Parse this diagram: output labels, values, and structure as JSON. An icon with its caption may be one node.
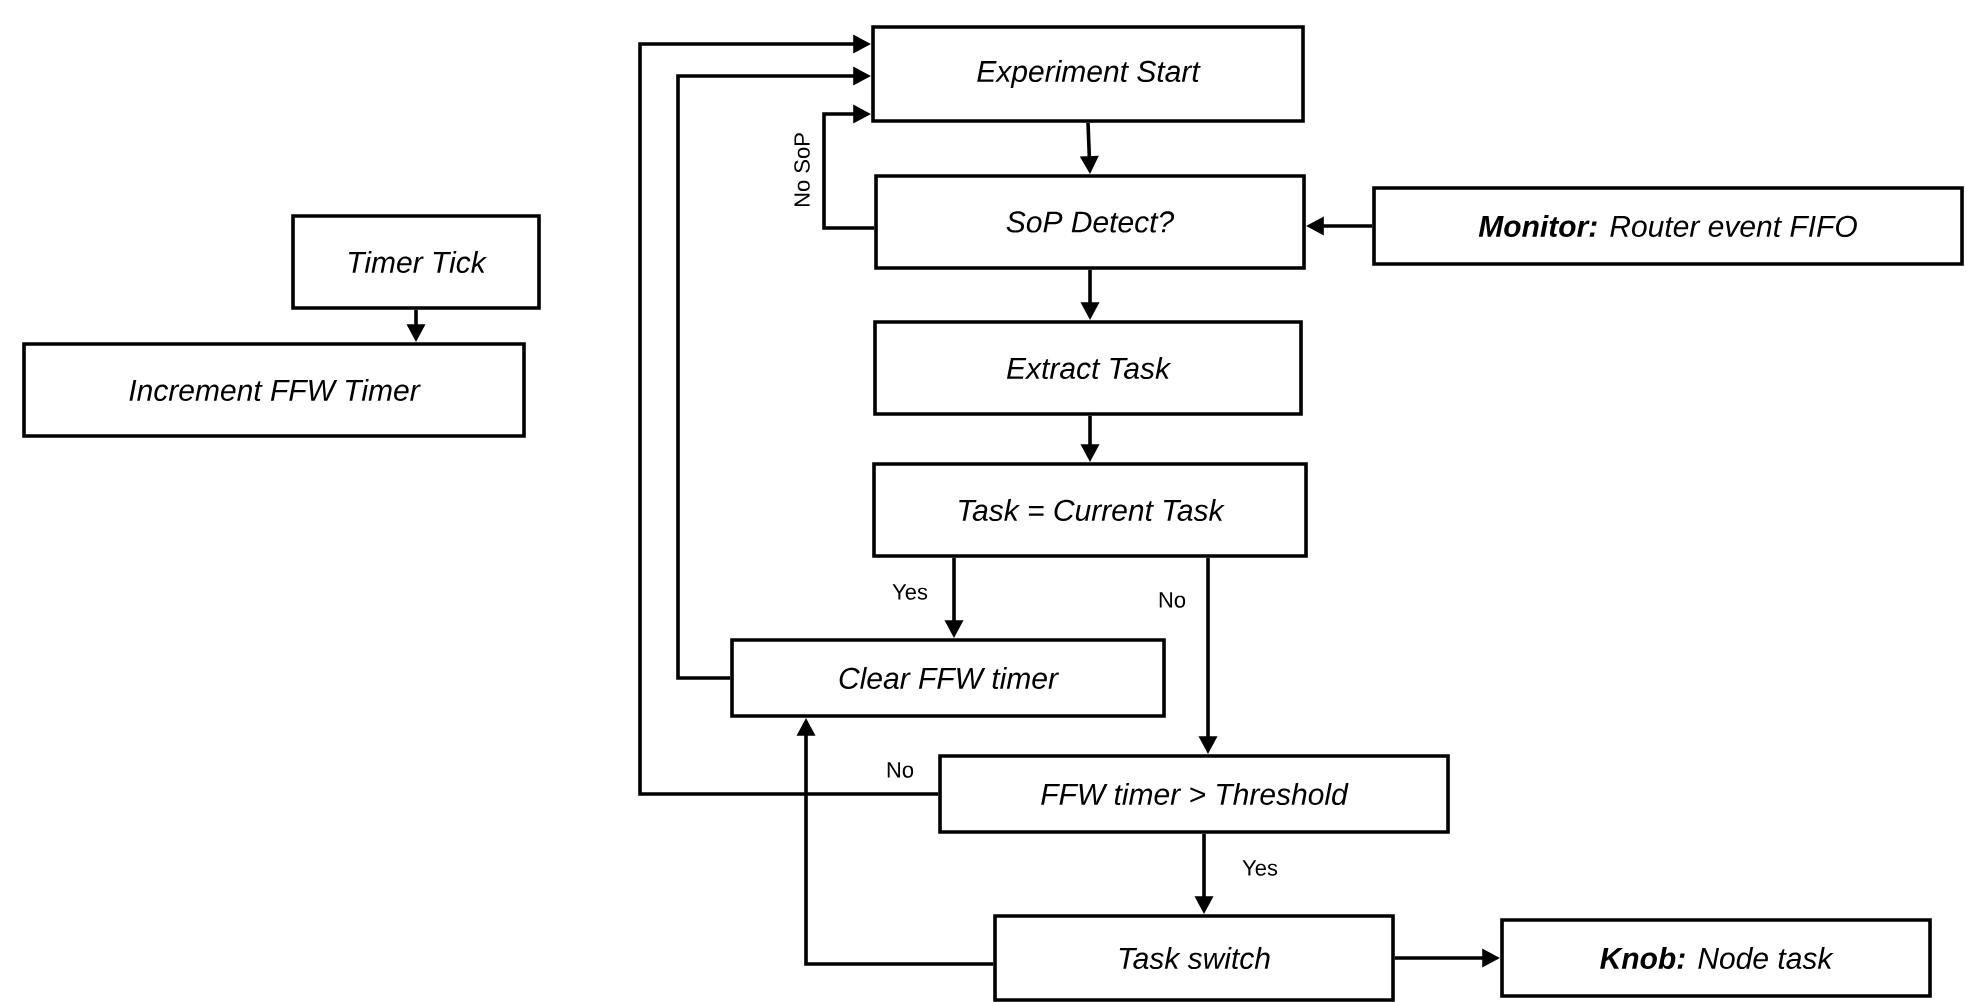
{
  "diagram": {
    "nodes": [
      {
        "text": [
          "Timer Tick"
        ]
      },
      {
        "text": [
          "Increment FFW Timer"
        ]
      },
      {
        "text": [
          "Experiment Start"
        ]
      },
      {
        "text": [
          "SoP Detect?"
        ]
      },
      {
        "text": [
          "**Monitor:** Router event FIFO"
        ]
      },
      {
        "text": [
          "Extract Task"
        ]
      },
      {
        "text": [
          "Task = Current Task"
        ]
      },
      {
        "text": [
          "Clear FFW timer"
        ]
      },
      {
        "text": [
          "FFW timer > Threshold"
        ]
      },
      {
        "text": [
          "Task switch"
        ]
      },
      {
        "text": [
          "**Knob:** Node task"
        ]
      }
    ],
    "edges": [
      {
        "from": 0,
        "to": 1,
        "arrow": "to"
      },
      {
        "from": 2,
        "to": 3,
        "arrow": "to"
      },
      {
        "from": 3,
        "to": 2,
        "arrow": "to",
        "label": "No SoP"
      },
      {
        "from": 4,
        "to": 3,
        "arrow": "to"
      },
      {
        "from": 3,
        "to": 5,
        "arrow": "to"
      },
      {
        "from": 5,
        "to": 6,
        "arrow": "to"
      },
      {
        "from": 6,
        "to": 7,
        "arrow": "to",
        "label": "Yes"
      },
      {
        "from": 6,
        "to": 8,
        "arrow": "to",
        "label": "No"
      },
      {
        "from": 7,
        "to": 2,
        "arrow": "to"
      },
      {
        "from": 8,
        "to": 2,
        "arrow": "to",
        "label": "No"
      },
      {
        "from": 8,
        "to": 9,
        "arrow": "to",
        "label": "Yes"
      },
      {
        "from": 9,
        "to": 7,
        "arrow": "to"
      },
      {
        "from": 9,
        "to": 10,
        "arrow": "to"
      }
    ]
  }
}
